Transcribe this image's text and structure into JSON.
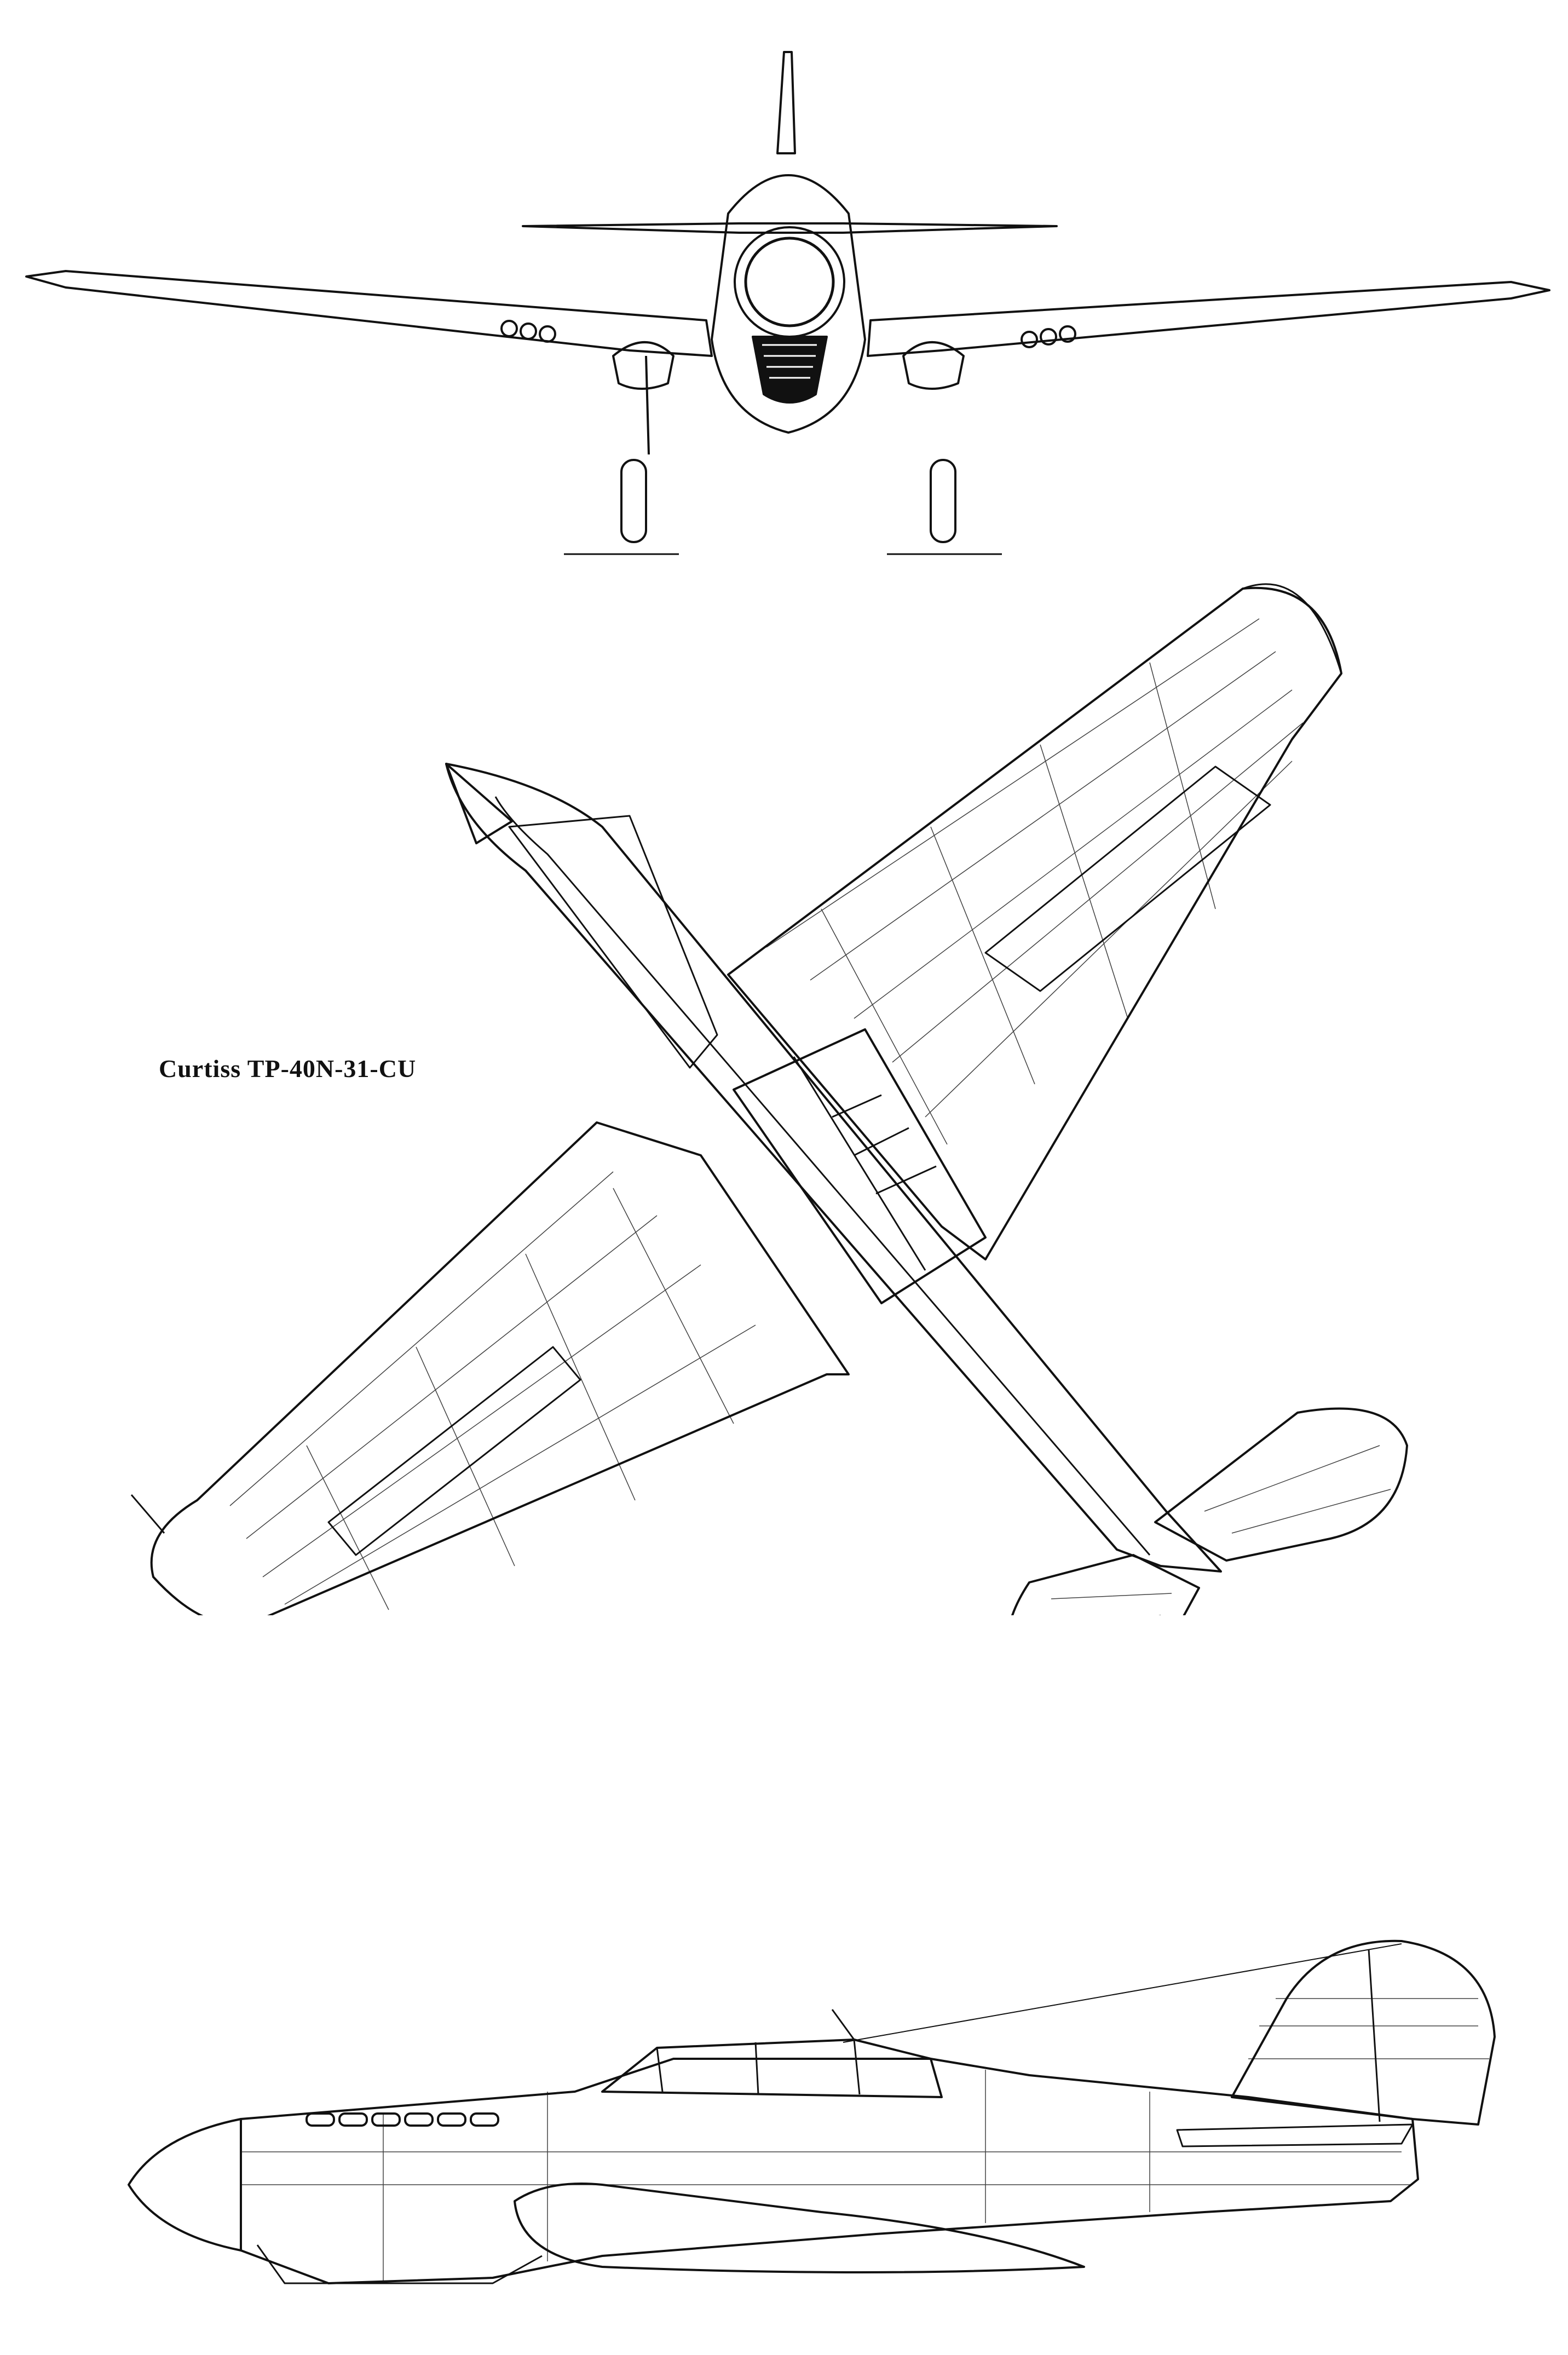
{
  "drawing": {
    "caption": "Curtiss TP-40N-31-CU",
    "views": [
      "front-view",
      "plan-view",
      "side-view"
    ],
    "line_color": "#111111",
    "background_color": "#ffffff"
  }
}
